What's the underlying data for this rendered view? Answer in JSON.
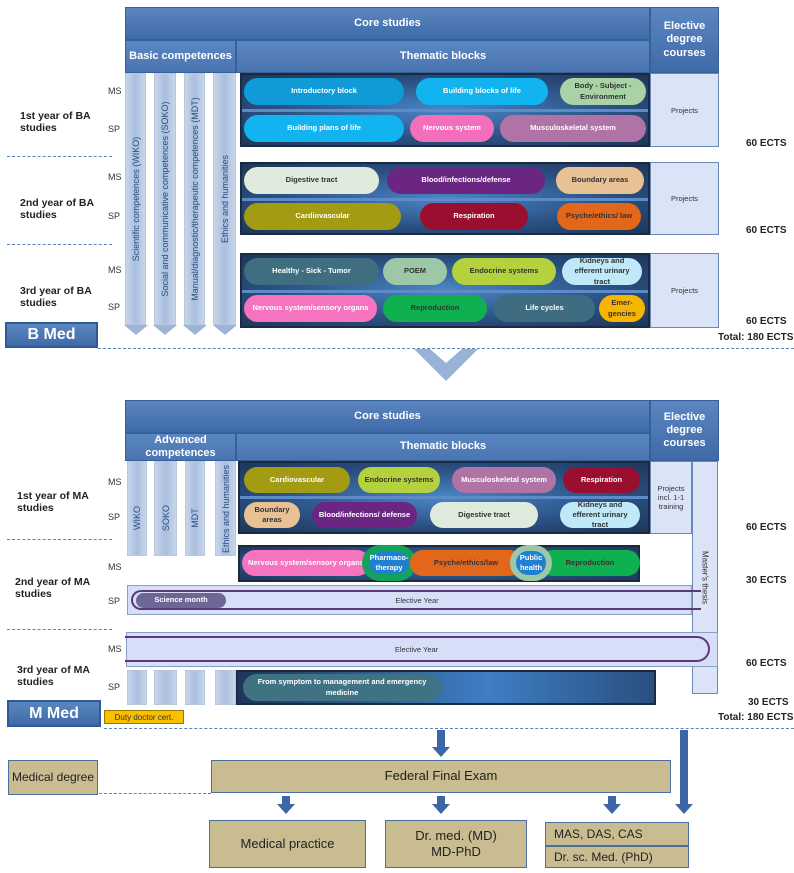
{
  "ba": {
    "core_studies": "Core studies",
    "competences_header": "Basic competences",
    "thematic_header": "Thematic blocks",
    "elective_header": "Elective degree courses",
    "competence_columns": [
      "Scientific competences (WIKO)",
      "Social and communicative competences (SOKO)",
      "Manual/diagnostic/therapeutic competences (MDT)",
      "Ethics and humanities"
    ],
    "years": [
      {
        "label": "1st year of BA studies",
        "ms": "MS",
        "sp": "SP",
        "ects": "60 ECTS",
        "projects": "Projects",
        "ms_blocks": [
          {
            "label": "Introductory block",
            "color": "#0f9bd8"
          },
          {
            "label": "Building blocks of life",
            "color": "#12b4f0"
          },
          {
            "label": "Body - Subject - Environment",
            "color": "#a9d2a6"
          }
        ],
        "sp_blocks": [
          {
            "label": "Building plans of life",
            "color": "#12b4f0"
          },
          {
            "label": "Nervous system",
            "color": "#f36fbb"
          },
          {
            "label": "Musculoskeletal system",
            "color": "#b073a6"
          }
        ]
      },
      {
        "label": "2nd year of BA studies",
        "ms": "MS",
        "sp": "SP",
        "ects": "60 ECTS",
        "projects": "Projects",
        "ms_blocks": [
          {
            "label": "Digestive tract",
            "color": "#dfebdc"
          },
          {
            "label": "Blood/infections/defense",
            "color": "#6b2683"
          },
          {
            "label": "Boundary areas",
            "color": "#e8c195"
          }
        ],
        "sp_blocks": [
          {
            "label": "Cardiovascular",
            "color": "#a39b12"
          },
          {
            "label": "Respiration",
            "color": "#9a0f2f"
          },
          {
            "label": "Psyche/ethics/ law",
            "color": "#e3671b"
          }
        ]
      },
      {
        "label": "3rd year of BA studies",
        "ms": "MS",
        "sp": "SP",
        "ects": "60 ECTS",
        "projects": "Projects",
        "ms_blocks": [
          {
            "label": "Healthy - Sick - Tumor",
            "color": "#3f6e80"
          },
          {
            "label": "POEM",
            "color": "#9cc8a8"
          },
          {
            "label": "Endocrine systems",
            "color": "#b3d23e"
          },
          {
            "label": "Kidneys and efferent urinary tract",
            "color": "#bfe8f8"
          }
        ],
        "sp_blocks": [
          {
            "label": "Nervous system/sensory organs",
            "color": "#f573bf"
          },
          {
            "label": "Reproduction",
            "color": "#0fb04f"
          },
          {
            "label": "Life cycles",
            "color": "#3e6d82"
          },
          {
            "label": "Emer- gencies",
            "color": "#f7b500"
          }
        ]
      }
    ],
    "total": "Total: 180 ECTS",
    "degree": "B Med"
  },
  "ma": {
    "core_studies": "Core studies",
    "competences_header": "Advanced competences",
    "thematic_header": "Thematic blocks",
    "elective_header": "Elective degree courses",
    "competence_columns": [
      "WIKO",
      "SOKO",
      "MDT",
      "Ethics and humanities"
    ],
    "years": [
      {
        "label": "1st year of MA studies",
        "ms": "MS",
        "sp": "SP",
        "ects": "60 ECTS",
        "projects": "Projects incl. 1-1 training",
        "ms_blocks": [
          {
            "label": "Cardiovascular",
            "color": "#a39b12"
          },
          {
            "label": "Endocrine systems",
            "color": "#b3d23e"
          },
          {
            "label": "Musculoskeletal system",
            "color": "#b073a6"
          },
          {
            "label": "Respiration",
            "color": "#9a0f2f"
          }
        ],
        "sp_blocks": [
          {
            "label": "Boundary areas",
            "color": "#e8c195"
          },
          {
            "label": "Blood/infections/ defense",
            "color": "#6b2683"
          },
          {
            "label": "Digestive tract",
            "color": "#dfebdc"
          },
          {
            "label": "Kidneys and efferent urinary tract",
            "color": "#bfe8f8"
          }
        ]
      },
      {
        "label": "2nd year of MA studies",
        "ms": "MS",
        "sp": "SP",
        "ects": "30 ECTS",
        "ms_blocks": [
          {
            "label": "Nervous system/sensory organs",
            "color": "#f573bf"
          },
          {
            "label": "Pharmaco- therapy",
            "color": "#1f7fd0"
          },
          {
            "label": "Psyche/ethics/law",
            "color": "#e3671b"
          },
          {
            "label": "Public health",
            "color": "#1f7fd0"
          },
          {
            "label": "Reproduction",
            "color": "#0fb04f"
          }
        ],
        "sp_science_month": "Science month",
        "sp_elective": "Elective Year"
      },
      {
        "label": "3rd year of MA studies",
        "ms": "MS",
        "sp": "SP",
        "ects_ms": "60 ECTS",
        "ects_sp": "30 ECTS",
        "ms_elective": "Elective Year",
        "sp_blocks": [
          {
            "label": "From symptom to management and emergency medicine",
            "color": "#3f7384"
          }
        ]
      }
    ],
    "masters_thesis": "Master's thesis",
    "total": "Total: 180 ECTS",
    "degree": "M Med",
    "duty_cert": "Duty doctor cert."
  },
  "final": {
    "medical_degree": "Medical degree",
    "federal_exam": "Federal Final Exam",
    "outcomes": [
      {
        "label": "Medical practice"
      },
      {
        "label": "Dr. med. (MD)",
        "label2": "MD-PhD"
      },
      {
        "label": "MAS, DAS, CAS",
        "label2": "Dr. sc. Med. (PhD)"
      }
    ]
  }
}
